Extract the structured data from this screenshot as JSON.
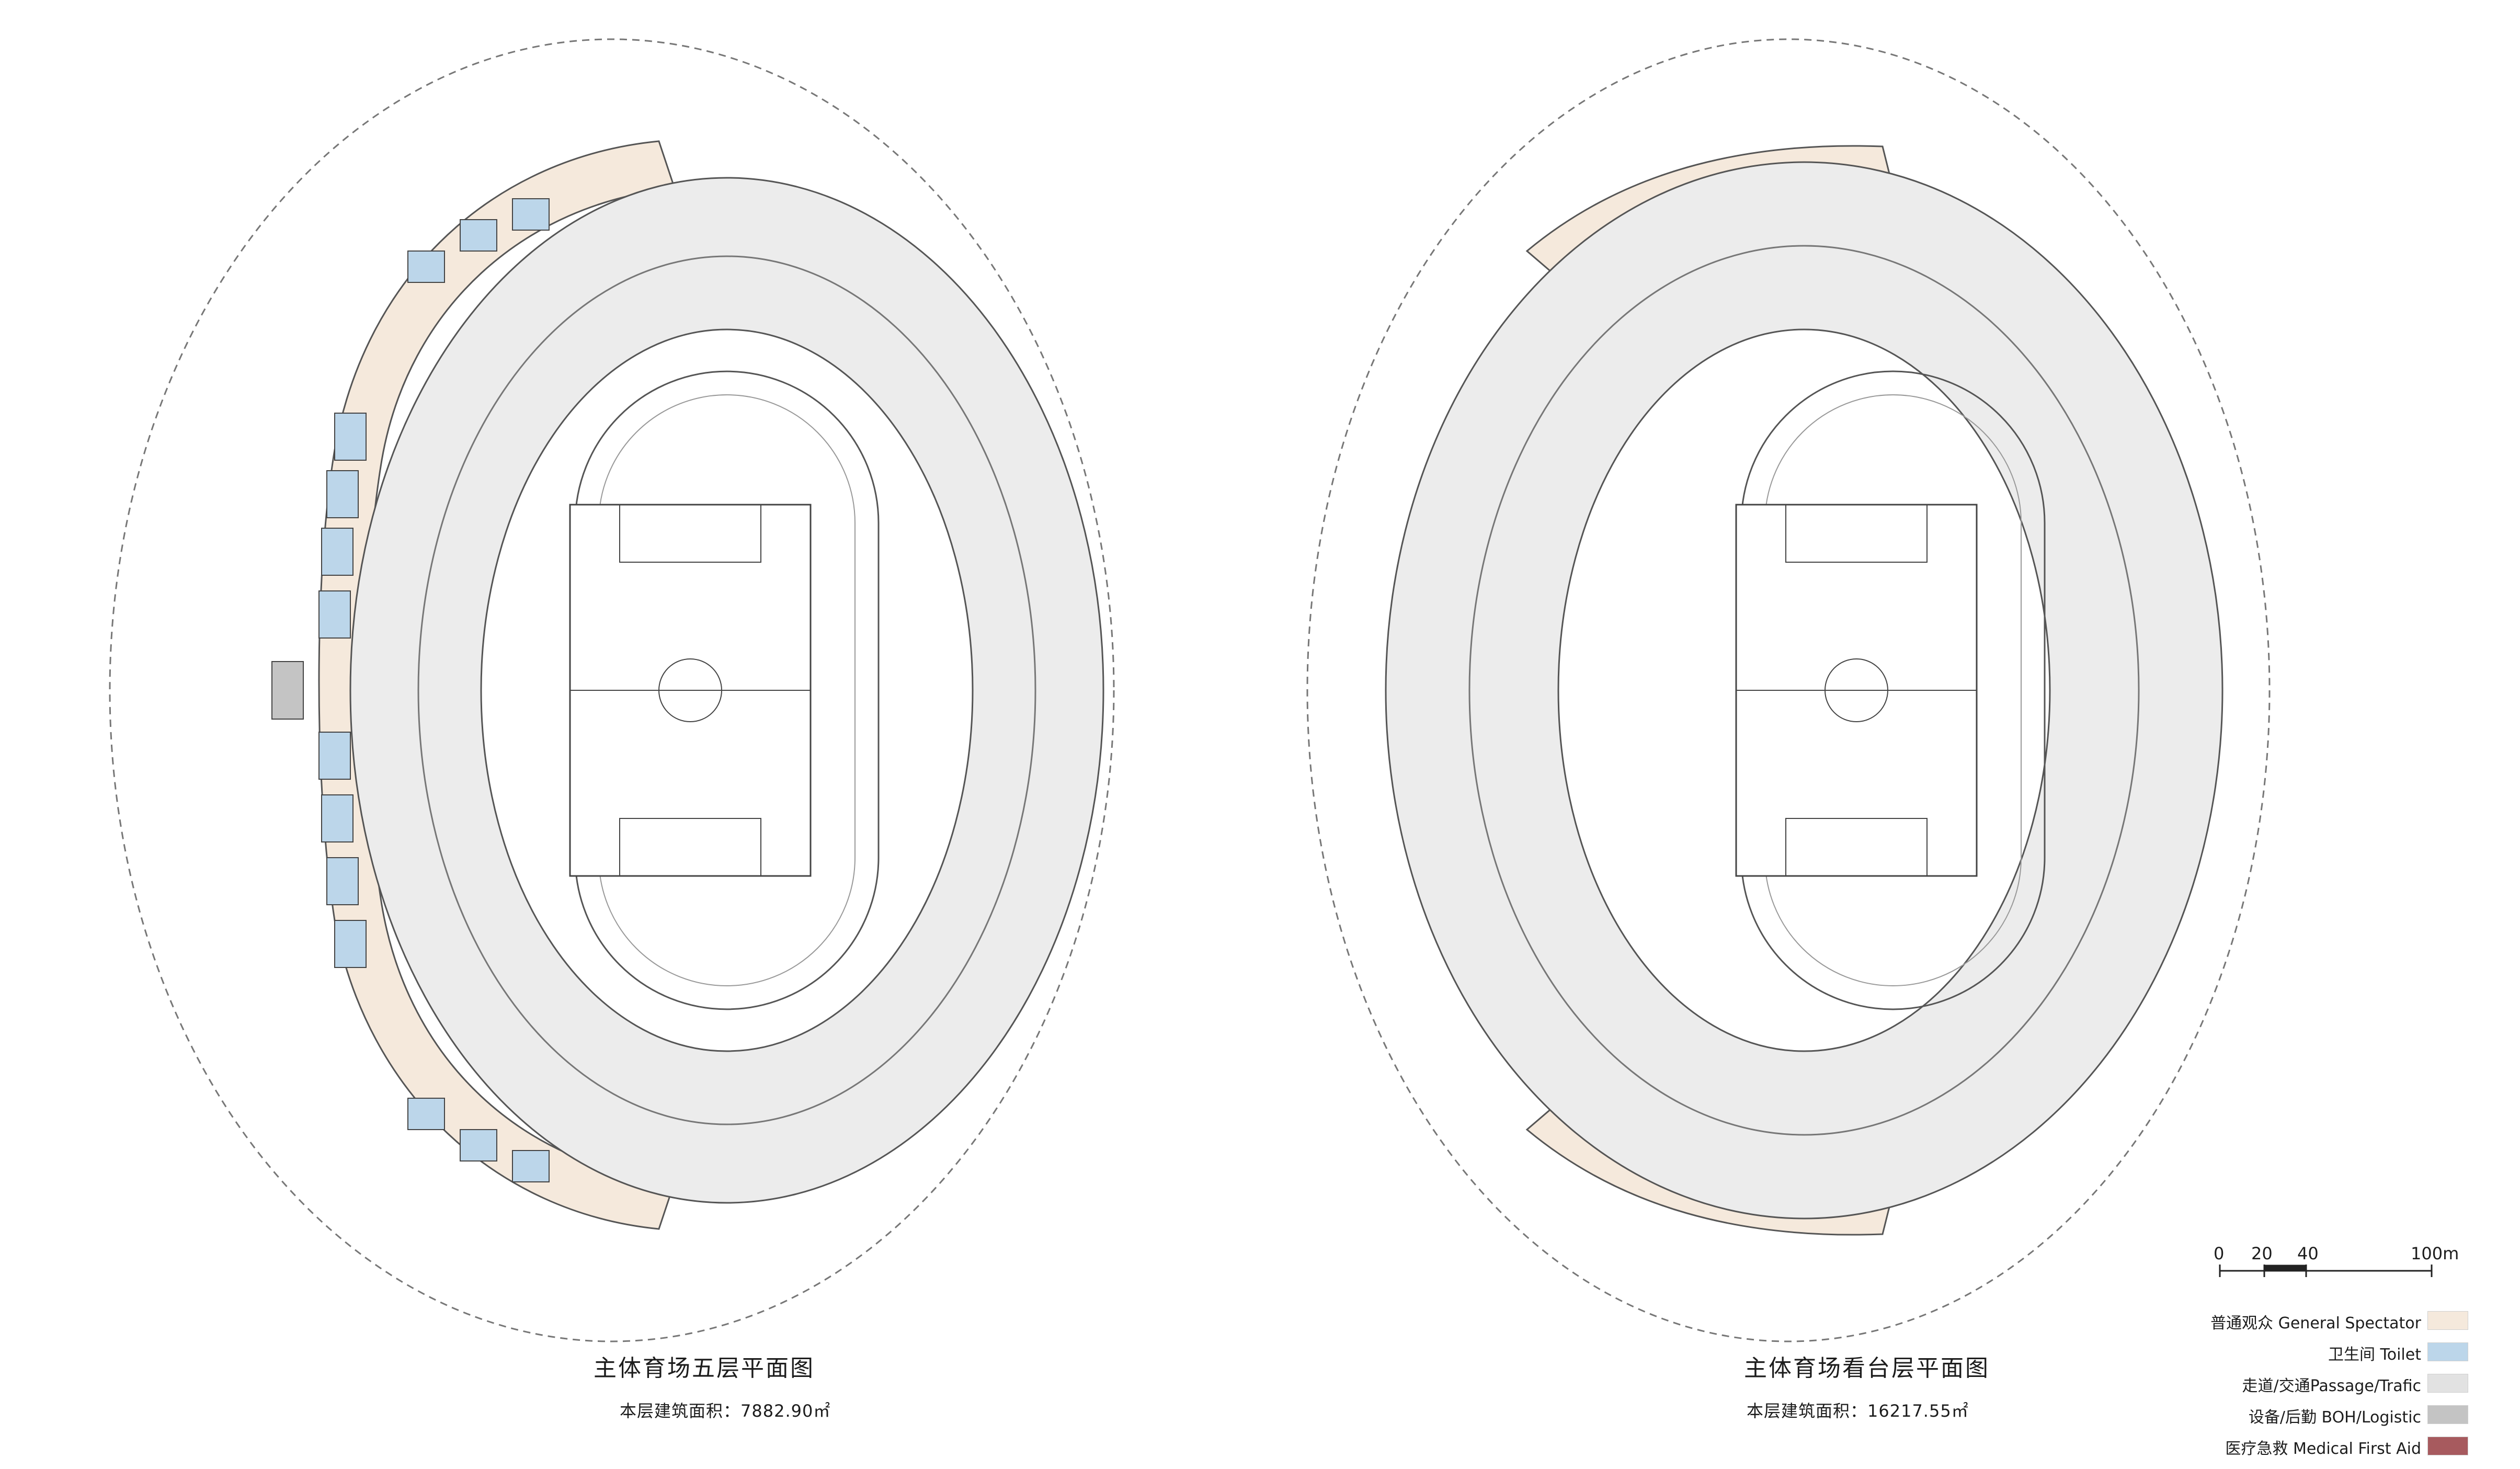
{
  "plans": [
    {
      "title": "主体育场五层平面图",
      "area_label": "本层建筑面积：7882.90㎡"
    },
    {
      "title": "主体育场看台层平面图",
      "area_label": "本层建筑面积：16217.55㎡"
    }
  ],
  "scale_bar": {
    "labels": [
      "0",
      "20",
      "40",
      "100m"
    ]
  },
  "legend": [
    {
      "label": "普通观众 General Spectator",
      "color": "#f5e9dc"
    },
    {
      "label": "卫生间 Toilet",
      "color": "#bcd6ea"
    },
    {
      "label": "走道/交通Passage/Trafic",
      "color": "#e2e2e2"
    },
    {
      "label": "设备/后勤 BOH/Logistic",
      "color": "#c4c4c4"
    },
    {
      "label": "医疗急救 Medical First Aid",
      "color": "#a75a5e"
    }
  ],
  "colors": {
    "line": "#5a5a5a",
    "light_line": "#a8a8a8",
    "seat_fill": "#ececec",
    "field": "#ffffff"
  }
}
